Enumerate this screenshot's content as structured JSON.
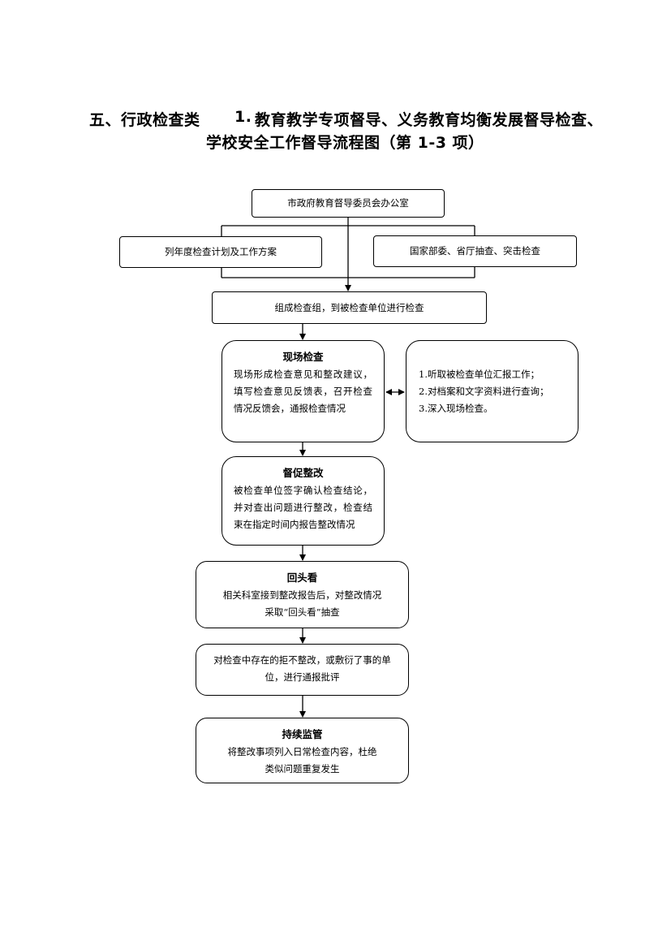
{
  "heading": {
    "section": "五、行政检查类",
    "item_no": "1.",
    "title_line1": "教育教学专项督导、义务教育均衡发展督导检查、",
    "title_line2": "学校安全工作督导流程图（第 1-3 项）"
  },
  "flow": {
    "office": "市政府教育督导委员会办公室",
    "annual_plan": "列年度检查计划及工作方案",
    "national_spot_check": "国家部委、省厅抽查、突击检查",
    "form_group": "组成检查组，到被检查单位进行检查",
    "onsite": {
      "title": "现场检查",
      "body": "现场形成检查意见和整改建议，填写检查意见反馈表，召开检查情况反馈会，通报检查情况"
    },
    "onsite_steps": [
      "1.听取被检查单位汇报工作；",
      "2.对档案和文字资料进行查询；",
      "3.深入现场检查。"
    ],
    "rectify": {
      "title": "督促整改",
      "body": "被检查单位签字确认检查结论，并对查出问题进行整改，检查结束在指定时间内报告整改情况"
    },
    "lookback": {
      "title": "回头看",
      "line1": "相关科室接到整改报告后，对整改情况",
      "line2": "采取“回头看”抽查"
    },
    "criticize": {
      "line1": "对检查中存在的拒不整改，或敷衍了事的单",
      "line2": "位，进行通报批评"
    },
    "supervise": {
      "title": "持续监管",
      "line1": "将整改事项列入日常检查内容，杜绝",
      "line2": "类似问题重复发生"
    }
  }
}
